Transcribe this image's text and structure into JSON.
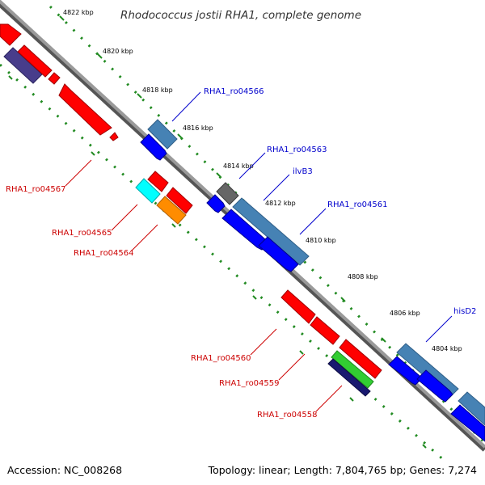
{
  "title": "Rhodococcus jostii RHA1, complete genome",
  "footer": {
    "accession": "Accession: NC_008268",
    "summary": "Topology: linear; Length: 7,804,765 bp; Genes: 7,274"
  },
  "ruler_ticks": [
    "4822 kbp",
    "4820 kbp",
    "4818 kbp",
    "4816 kbp",
    "4814 kbp",
    "4812 kbp",
    "4810 kbp",
    "4808 kbp",
    "4806 kbp",
    "4804 kbp"
  ],
  "forward_labels": [
    "RHA1_ro04566",
    "RHA1_ro04563",
    "ilvB3",
    "RHA1_ro04561",
    "hisD2"
  ],
  "reverse_labels": [
    "RHA1_ro04567",
    "RHA1_ro04565",
    "RHA1_ro04564",
    "RHA1_ro04560",
    "RHA1_ro04559",
    "RHA1_ro04558"
  ],
  "colors": {
    "forward_label": "#0000cc",
    "reverse_label": "#cc0000",
    "backbone": "#808080",
    "dots": "#228b22",
    "cds_forward": "#0000ff",
    "gene_forward": "#4682b4",
    "cds_reverse": "#ff0000",
    "gene_reverse": "#ff0000",
    "gene_gray": "#666666",
    "gene_cyan": "#00ffff",
    "gene_orange": "#ff8c00",
    "gene_green": "#32cd32",
    "gene_navy": "#191970",
    "gene_slate": "#483d8b"
  }
}
